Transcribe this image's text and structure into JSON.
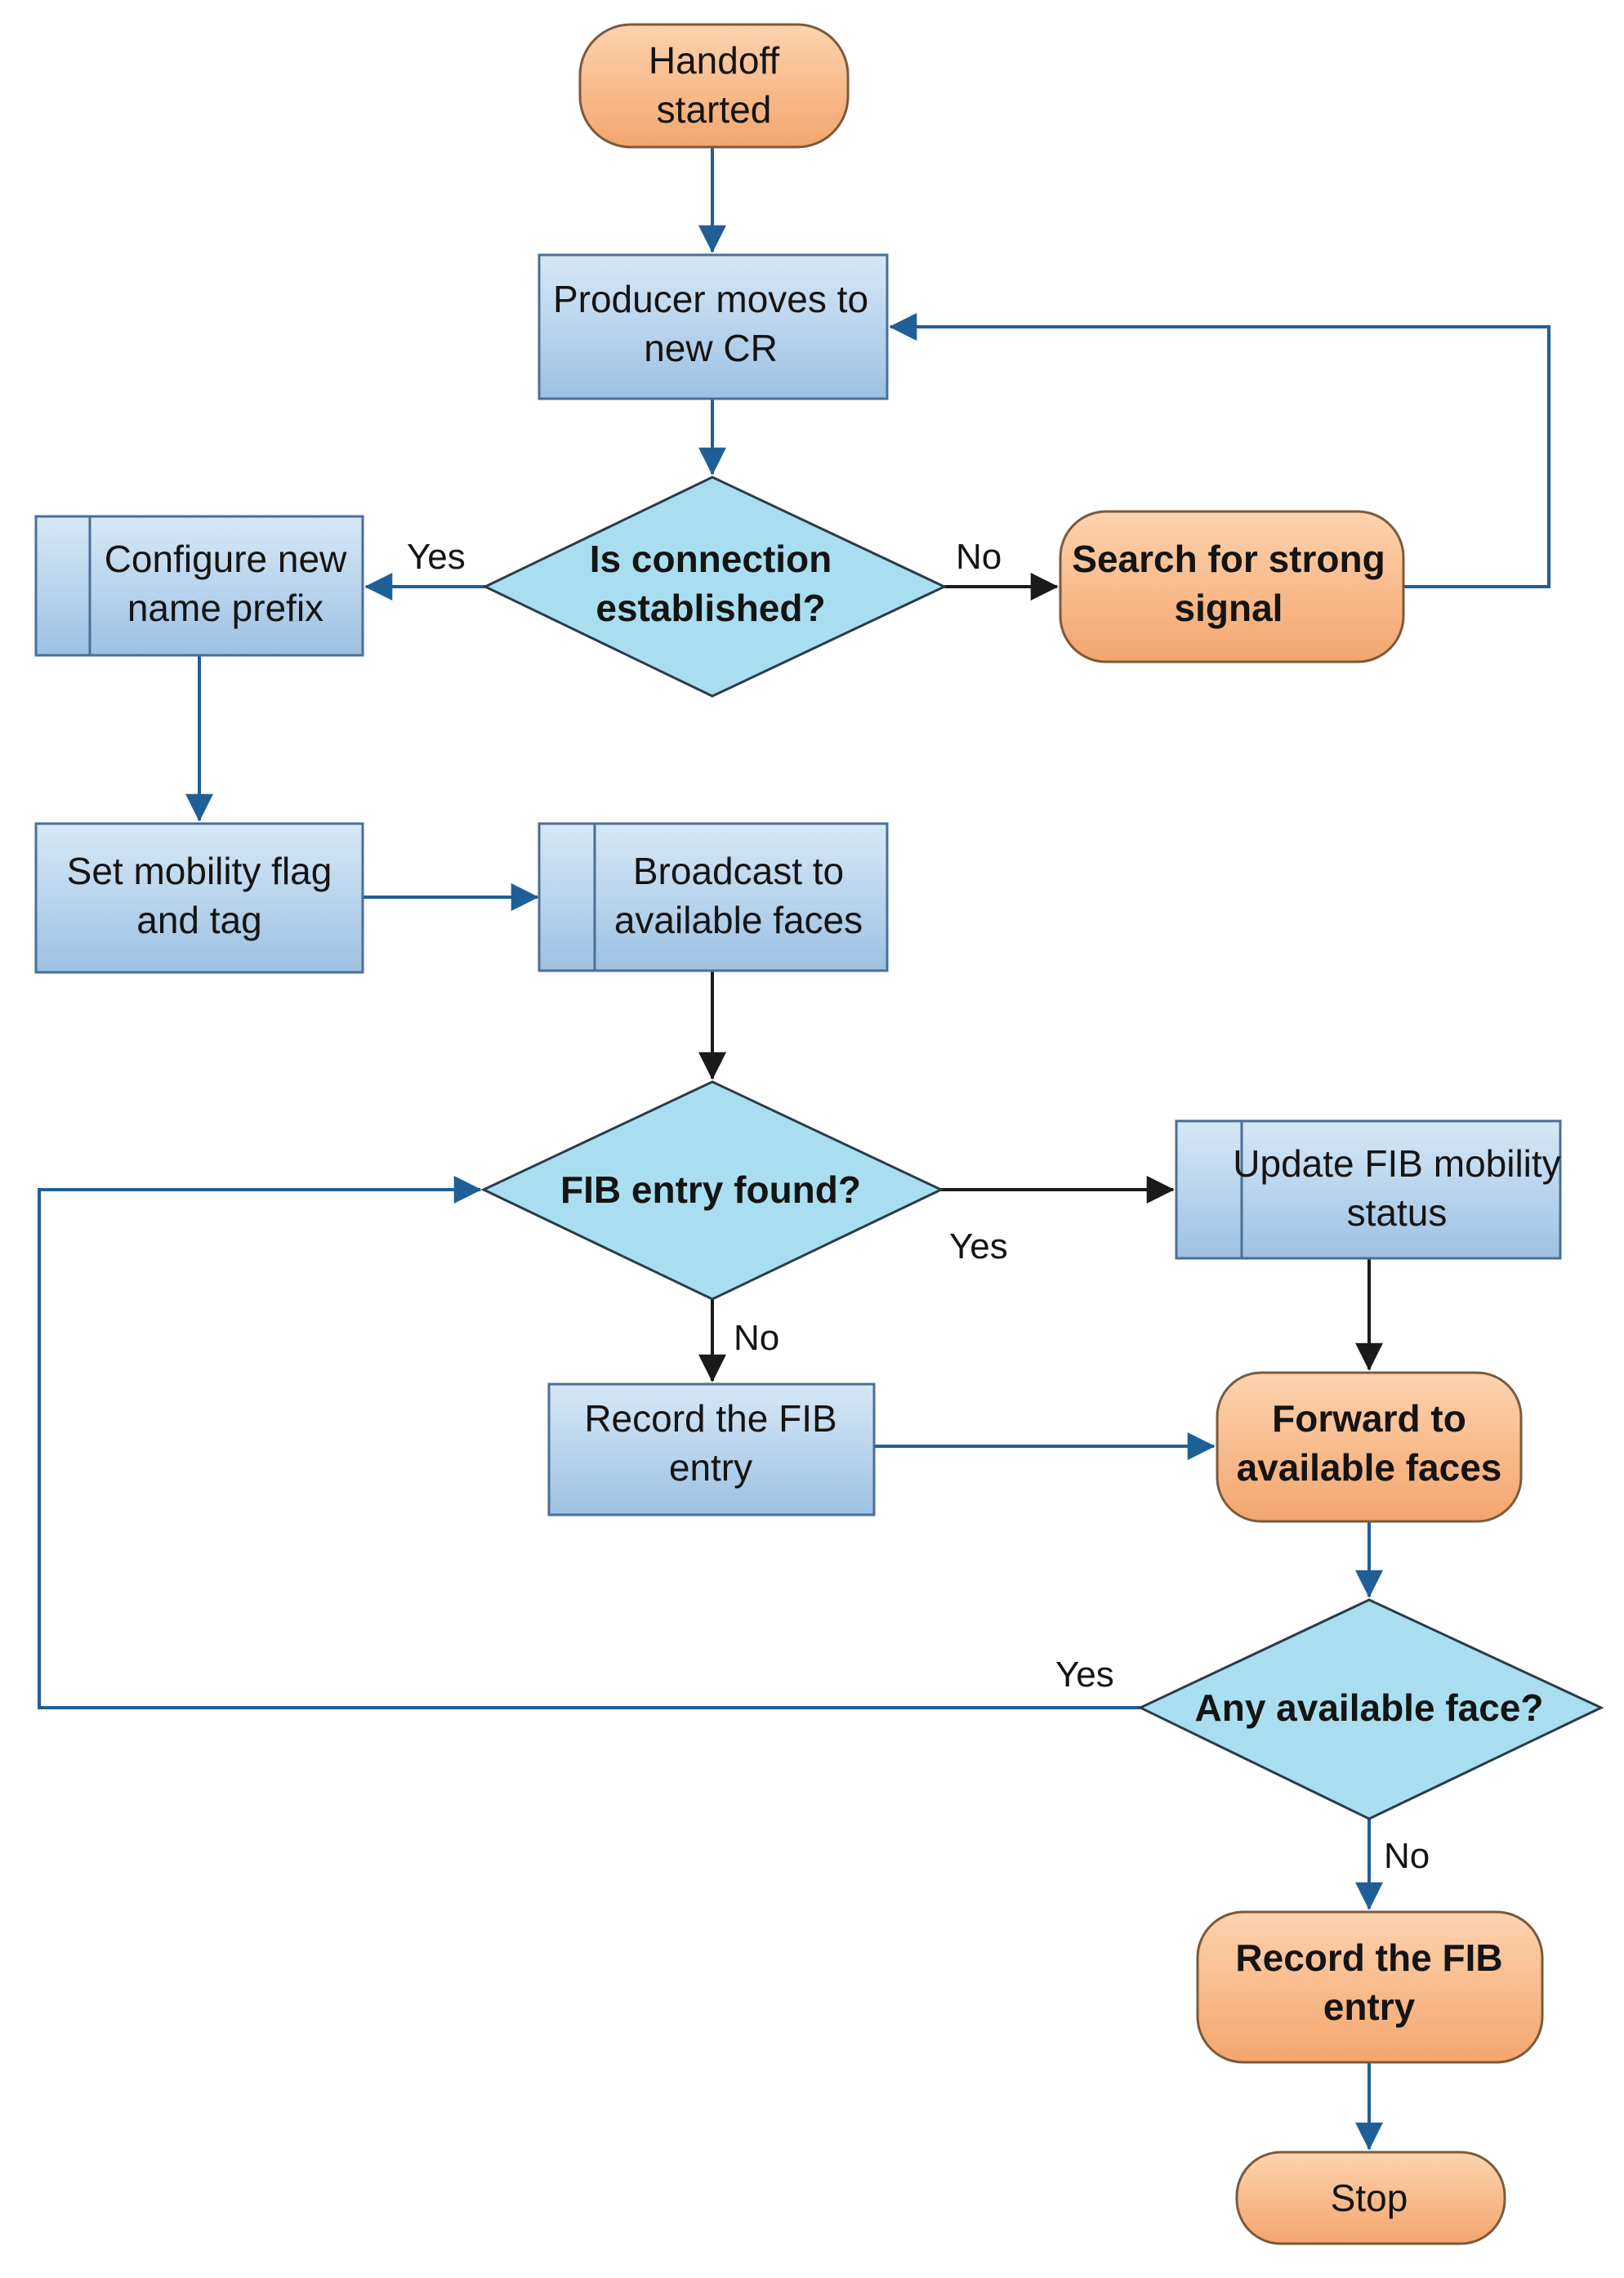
{
  "nodes": {
    "handoff_started": [
      "Handoff",
      "started"
    ],
    "producer_moves": [
      "Producer moves to",
      "new CR"
    ],
    "is_connection": [
      "Is connection",
      "established?"
    ],
    "search_signal": [
      "Search for strong",
      "signal"
    ],
    "configure_prefix": [
      "Configure new",
      "name prefix"
    ],
    "set_mobility": [
      "Set mobility flag",
      "and tag"
    ],
    "broadcast": [
      "Broadcast to",
      "available faces"
    ],
    "fib_found": [
      "FIB entry found?"
    ],
    "update_fib": [
      "Update FIB mobility",
      "status"
    ],
    "record_fib_1": [
      "Record the FIB",
      "entry"
    ],
    "forward": [
      "Forward to",
      "available faces"
    ],
    "any_face": [
      "Any available face?"
    ],
    "record_fib_2": [
      "Record the FIB",
      "entry"
    ],
    "stop": [
      "Stop"
    ]
  },
  "labels": {
    "conn_yes": "Yes",
    "conn_no": "No",
    "fib_yes": "Yes",
    "fib_no": "No",
    "face_yes": "Yes",
    "face_no": "No"
  },
  "colors": {
    "process_fill_top": "#d6e8f7",
    "process_fill_bottom": "#9dc1e3",
    "terminal_fill_top": "#fdd3ae",
    "terminal_fill_bottom": "#f4a56d",
    "decision_fill": "#a9def0",
    "arrow_blue": "#1f5f98",
    "arrow_dark": "#1a1a1a"
  }
}
